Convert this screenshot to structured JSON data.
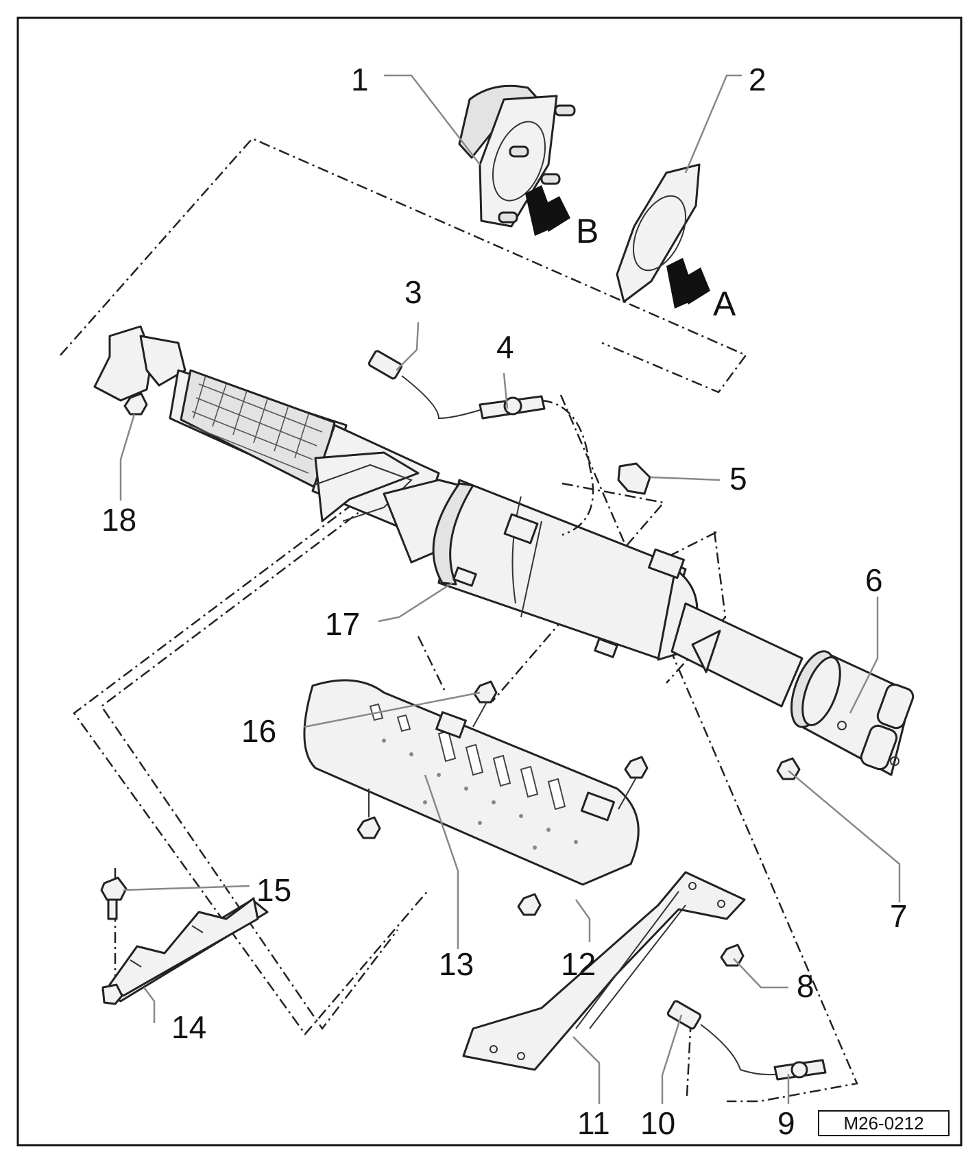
{
  "labels": {
    "l1": "1",
    "l2": "2",
    "l3": "3",
    "l4": "4",
    "l5": "5",
    "l6": "6",
    "l7": "7",
    "l8": "8",
    "l9": "9",
    "l10": "10",
    "l11": "11",
    "l12": "12",
    "l13": "13",
    "l14": "14",
    "l15": "15",
    "l16": "16",
    "l17": "17",
    "l18": "18"
  },
  "arrows": {
    "a": "A",
    "b": "B"
  },
  "figure_code": "M26-0212"
}
